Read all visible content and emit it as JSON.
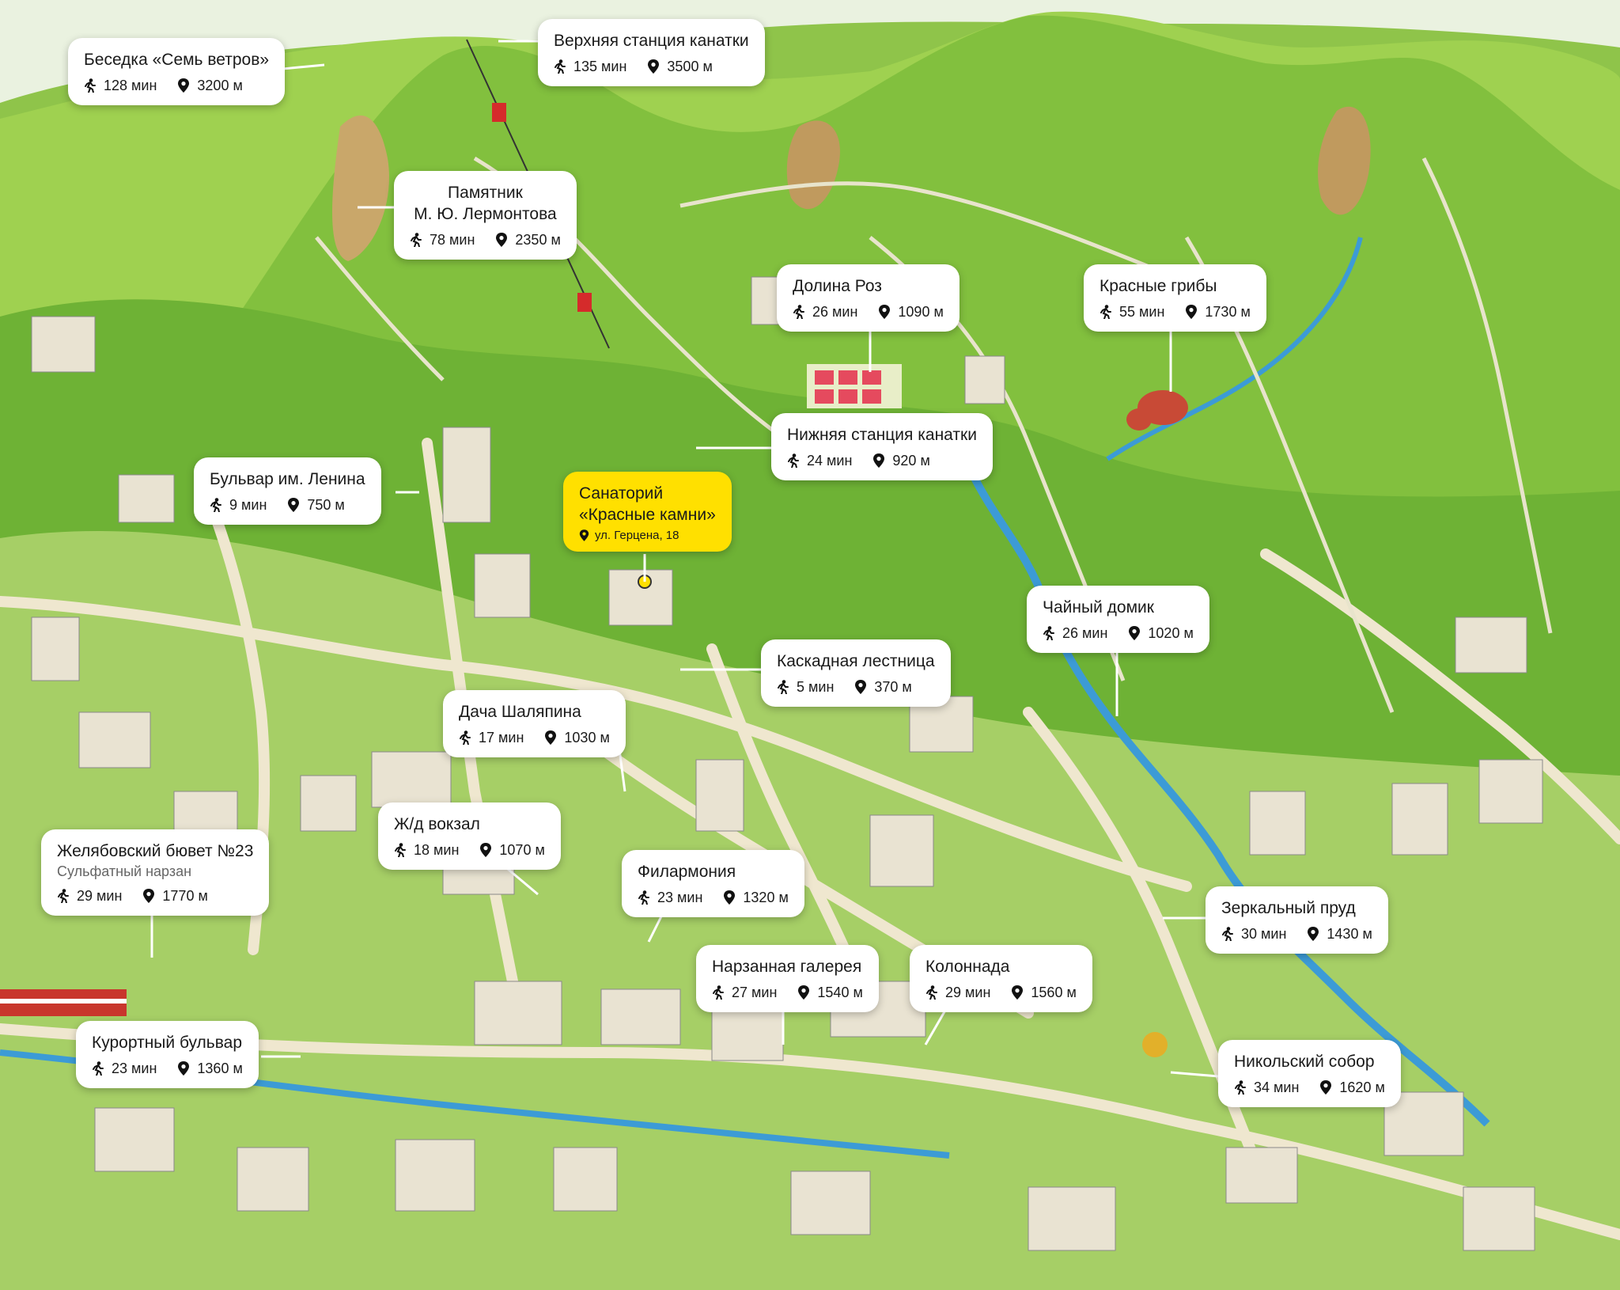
{
  "map": {
    "colors": {
      "mountain": "#7fbd3b",
      "mountain_light": "#a9d65a",
      "forest": "#5fa52d",
      "city": "#9cc95a",
      "road": "#f0ead8",
      "river": "#3c9bd6",
      "sky": "#eaf2e0",
      "featured": "#ffe000"
    },
    "labels": {
      "walk_icon": "walking-person-icon",
      "distance_icon": "location-pin-icon"
    },
    "places": [
      {
        "id": "besedka",
        "name": "Беседка «Семь ветров»",
        "time": "128 мин",
        "distance": "3200 м"
      },
      {
        "id": "verkhnyaya",
        "name": "Верхняя станция канатки",
        "time": "135 мин",
        "distance": "3500 м"
      },
      {
        "id": "lermontov",
        "name_lines": [
          "Памятник",
          "М. Ю. Лермонтова"
        ],
        "time": "78 мин",
        "distance": "2350 м"
      },
      {
        "id": "dolina",
        "name": "Долина Роз",
        "time": "26 мин",
        "distance": "1090 м"
      },
      {
        "id": "griby",
        "name": "Красные грибы",
        "time": "55 мин",
        "distance": "1730 м"
      },
      {
        "id": "nizhnyaya",
        "name": "Нижняя станция канатки",
        "time": "24 мин",
        "distance": "920 м"
      },
      {
        "id": "bulvar",
        "name": "Бульвар им. Ленина",
        "time": "9 мин",
        "distance": "750 м"
      },
      {
        "id": "sanatoriy",
        "name_lines": [
          "Санаторий",
          "«Красные камни»"
        ],
        "address": "ул. Герцена, 18",
        "featured": true
      },
      {
        "id": "chainy",
        "name": "Чайный домик",
        "time": "26 мин",
        "distance": "1020 м"
      },
      {
        "id": "kaskad",
        "name": "Каскадная лестница",
        "time": "5 мин",
        "distance": "370 м"
      },
      {
        "id": "dacha",
        "name": "Дача Шаляпина",
        "time": "17 мин",
        "distance": "1030 м"
      },
      {
        "id": "vokzal",
        "name": "Ж/д вокзал",
        "time": "18 мин",
        "distance": "1070 м"
      },
      {
        "id": "filarmoniya",
        "name": "Филармония",
        "time": "23 мин",
        "distance": "1320 м"
      },
      {
        "id": "zhelyabov",
        "name": "Желябовский бювет №23",
        "subtitle": "Сульфатный нарзан",
        "time": "29 мин",
        "distance": "1770 м"
      },
      {
        "id": "zerkalny",
        "name": "Зеркальный пруд",
        "time": "30 мин",
        "distance": "1430 м"
      },
      {
        "id": "narzan",
        "name": "Нарзанная галерея",
        "time": "27 мин",
        "distance": "1540 м"
      },
      {
        "id": "kolonnada",
        "name": "Колоннада",
        "time": "29 мин",
        "distance": "1560 м"
      },
      {
        "id": "kurortny",
        "name": "Курортный бульвар",
        "time": "23 мин",
        "distance": "1360 м"
      },
      {
        "id": "nikolsky",
        "name": "Никольский собор",
        "time": "34 мин",
        "distance": "1620 м"
      }
    ]
  }
}
